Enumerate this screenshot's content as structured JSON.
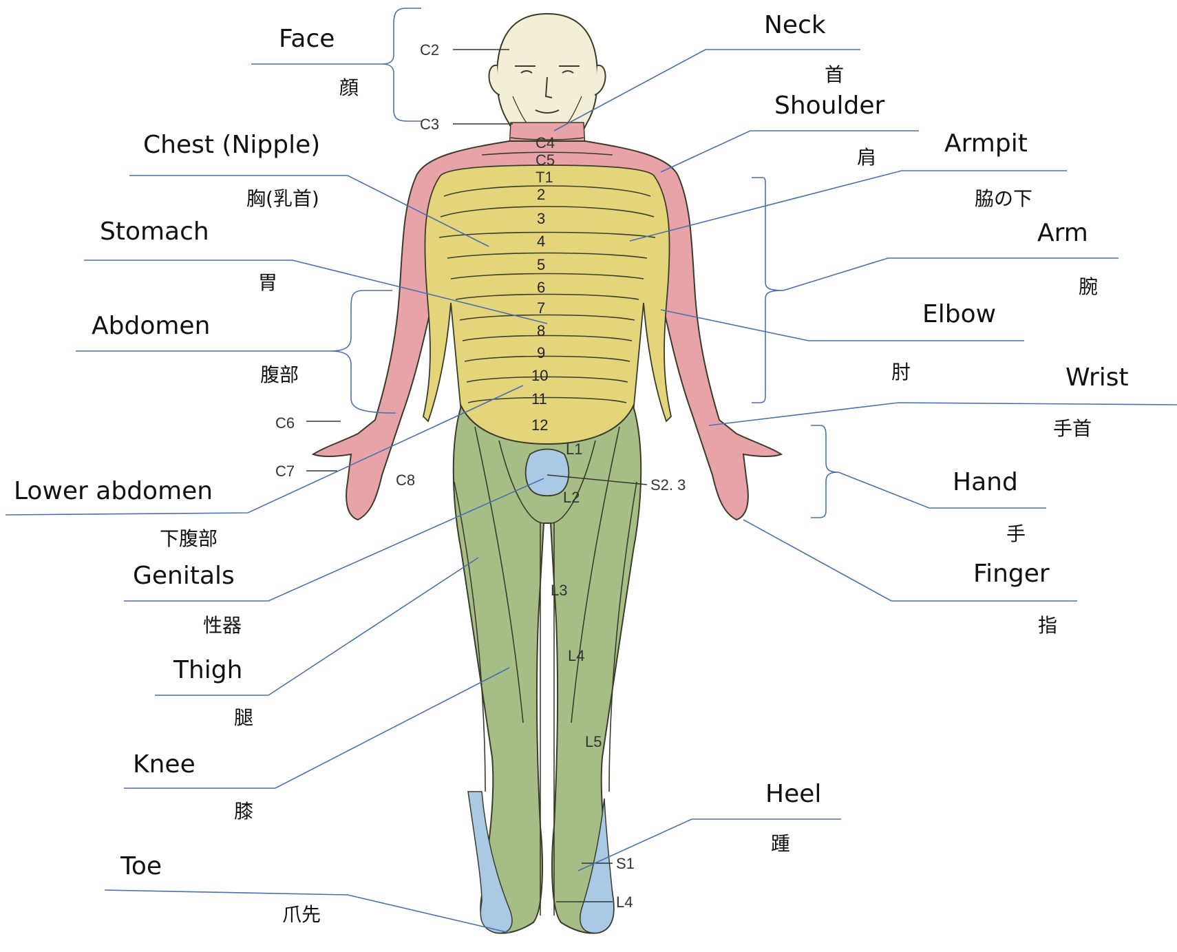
{
  "labels": {
    "face": {
      "en": "Face",
      "jp": "顔"
    },
    "neck": {
      "en": "Neck",
      "jp": "首"
    },
    "shoulder": {
      "en": "Shoulder",
      "jp": "肩"
    },
    "chest": {
      "en": "Chest (Nipple)",
      "jp": "胸(乳首)"
    },
    "armpit": {
      "en": "Armpit",
      "jp": "脇の下"
    },
    "stomach": {
      "en": "Stomach",
      "jp": "胃"
    },
    "arm": {
      "en": "Arm",
      "jp": "腕"
    },
    "abdomen": {
      "en": "Abdomen",
      "jp": "腹部"
    },
    "elbow": {
      "en": "Elbow",
      "jp": "肘"
    },
    "wrist": {
      "en": "Wrist",
      "jp": "手首"
    },
    "lower_abdomen": {
      "en": "Lower abdomen",
      "jp": "下腹部"
    },
    "hand": {
      "en": "Hand",
      "jp": "手"
    },
    "genitals": {
      "en": "Genitals",
      "jp": "性器"
    },
    "finger": {
      "en": "Finger",
      "jp": "指"
    },
    "thigh": {
      "en": "Thigh",
      "jp": "腿"
    },
    "knee": {
      "en": "Knee",
      "jp": "膝"
    },
    "heel": {
      "en": "Heel",
      "jp": "踵"
    },
    "toe": {
      "en": "Toe",
      "jp": "爪先"
    }
  },
  "dermatomes": {
    "c2": "C2",
    "c3": "C3",
    "c4": "C4",
    "c5": "C5",
    "t1": "T1",
    "c6": "C6",
    "c7": "C7",
    "c8": "C8",
    "l1": "L1",
    "l2": "L2",
    "l3": "L3",
    "l4": "L4",
    "l5": "L5",
    "s23": "S2. 3",
    "s1": "S1",
    "l4b": "L4",
    "t_levels": [
      "2",
      "3",
      "4",
      "5",
      "6",
      "7",
      "8",
      "9",
      "10",
      "11",
      "12"
    ]
  },
  "colors": {
    "skin": "#f3efd6",
    "cervical_pink": "#e8a3a8",
    "thoracic_yellow": "#e4d57a",
    "lumbar_green": "#a7bd86",
    "sacral_blue": "#a9c9e4",
    "leader_line": "#4a6fb0"
  }
}
